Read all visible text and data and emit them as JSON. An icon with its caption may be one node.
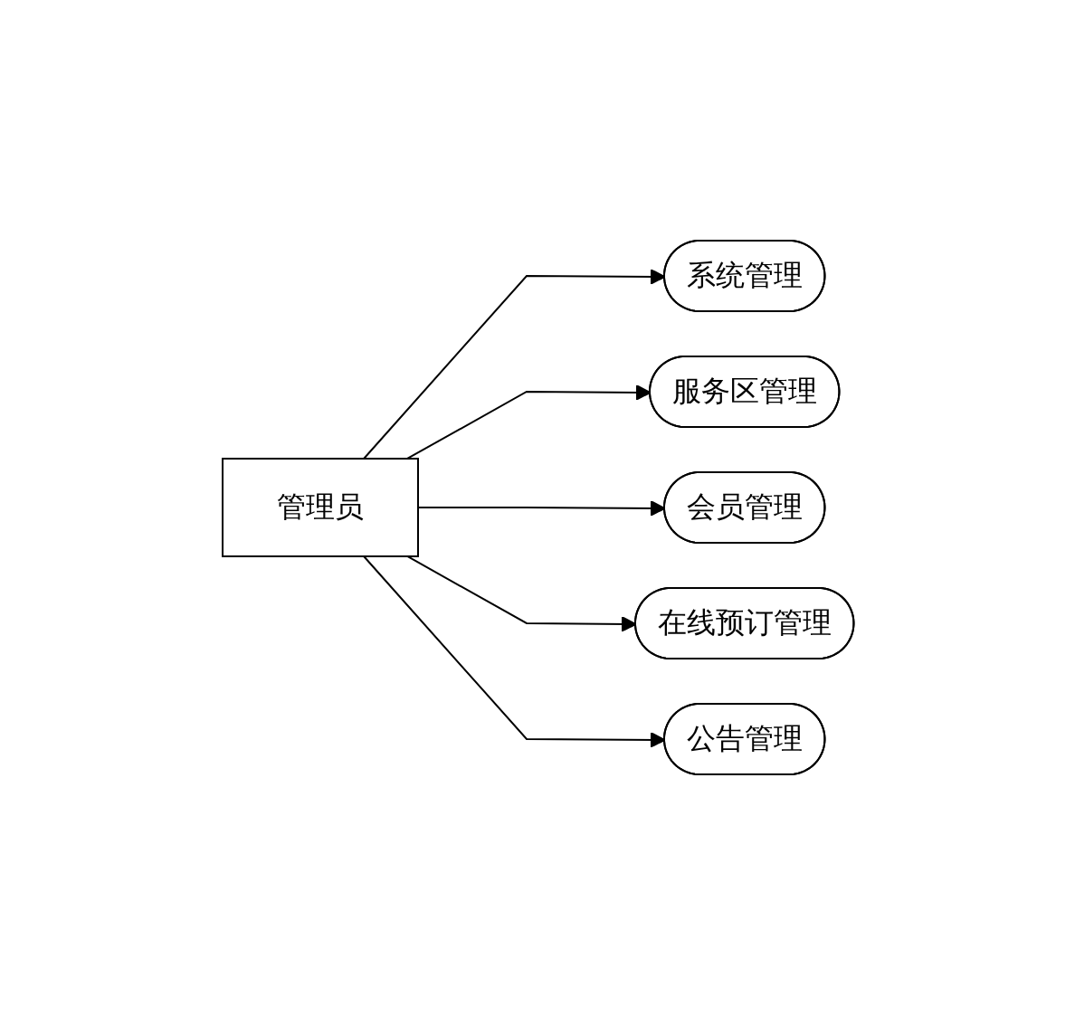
{
  "diagram": {
    "nodes": [
      {
        "text": [
          "管理员"
        ]
      },
      {
        "text": [
          "系统管理"
        ]
      },
      {
        "text": [
          "服务区管理"
        ]
      },
      {
        "text": [
          "会员管理"
        ]
      },
      {
        "text": [
          "在线预订管理"
        ]
      },
      {
        "text": [
          "公告管理"
        ]
      }
    ],
    "edges": [
      {
        "from": 0,
        "to": 1,
        "arrow": "to"
      },
      {
        "from": 0,
        "to": 2,
        "arrow": "to"
      },
      {
        "from": 0,
        "to": 3,
        "arrow": "to"
      },
      {
        "from": 0,
        "to": 4,
        "arrow": "to"
      },
      {
        "from": 0,
        "to": 5,
        "arrow": "to"
      }
    ]
  }
}
